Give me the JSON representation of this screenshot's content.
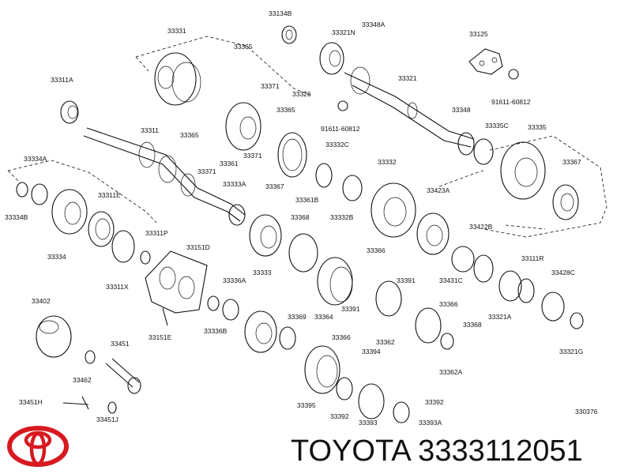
{
  "brand": {
    "text": "TOYOTA 3333112051",
    "logo_color": "#d71920"
  },
  "diagram": {
    "code": "330376",
    "labels": [
      "33134B",
      "33331",
      "33321N",
      "33348A",
      "33125",
      "33365",
      "33311A",
      "33371",
      "33326",
      "33321",
      "91611-60812",
      "33365",
      "33348",
      "33311",
      "33365",
      "33371",
      "33361",
      "33335C",
      "33335",
      "33334A",
      "33371",
      "33367",
      "33332C",
      "33367",
      "33332",
      "33311E",
      "33333A",
      "33361B",
      "33423A",
      "33334B",
      "33368",
      "33332B",
      "33311P",
      "33151D",
      "33422B",
      "33366",
      "33334",
      "33111R",
      "33391",
      "33428C",
      "33333",
      "33336A",
      "33431C",
      "33311X",
      "33391",
      "33366",
      "33402",
      "33369",
      "33364",
      "33321A",
      "33368",
      "33336B",
      "33151E",
      "33366",
      "33362",
      "33321G",
      "33451",
      "33394",
      "33462",
      "33362A",
      "33451H",
      "33392",
      "33395",
      "33393",
      "33451J",
      "33392",
      "33393A",
      "91611-60812"
    ]
  }
}
